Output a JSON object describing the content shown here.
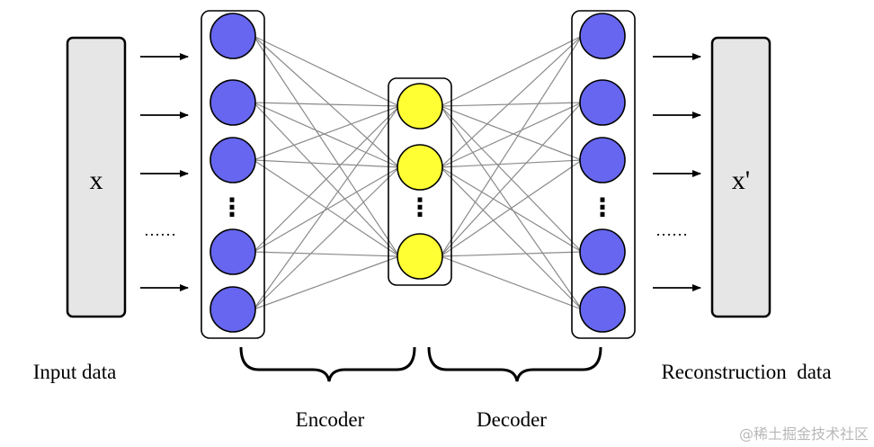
{
  "input_block": {
    "symbol": "x",
    "caption": "Input data"
  },
  "output_block": {
    "symbol": "x'",
    "caption": "Reconstruction  data"
  },
  "encoder": {
    "label": "Encoder"
  },
  "decoder": {
    "label": "Decoder"
  },
  "ellipsis_vertical": "⋮",
  "ellipsis_horizontal": "……",
  "watermark": "@稀土掘金技术社区",
  "colors": {
    "io_block_fill": "#e6e6e6",
    "outer_neuron": "#6666f0",
    "bottleneck_neuron": "#ffff33",
    "connection": "#8a8a8a",
    "stroke": "#000000"
  }
}
